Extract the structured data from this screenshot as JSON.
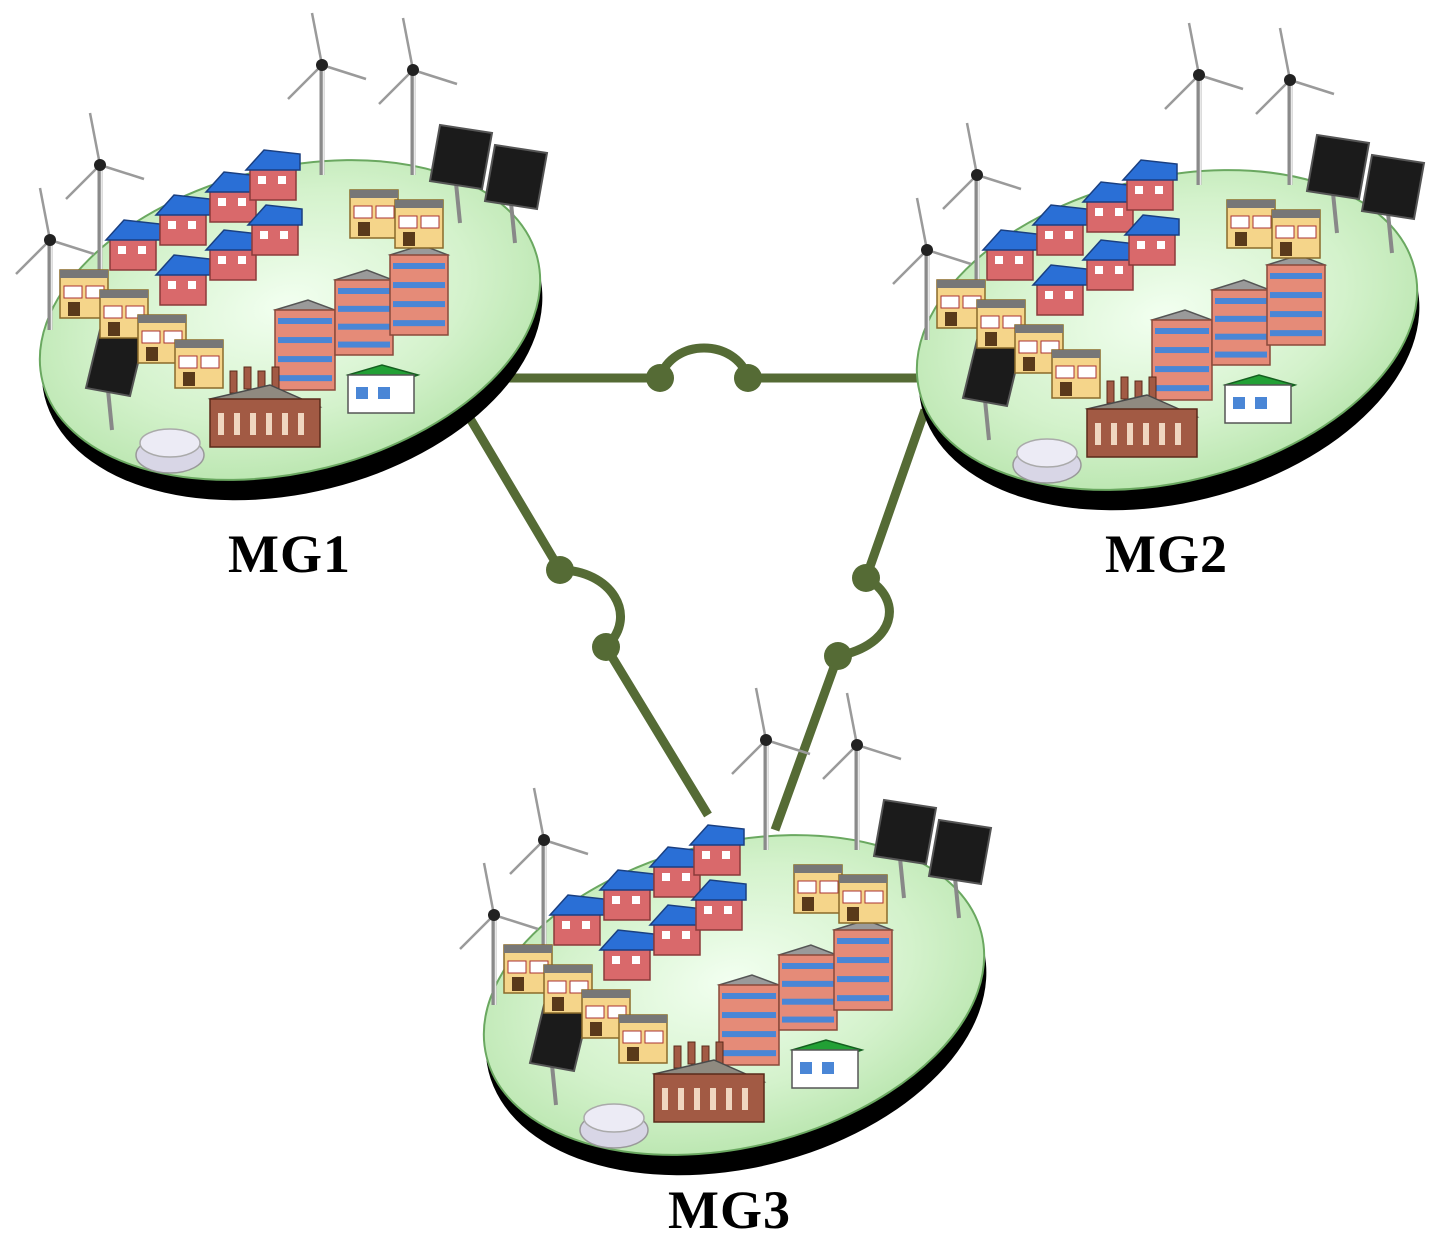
{
  "diagram": {
    "microgrids": [
      {
        "id": "mg1",
        "label": "MG1"
      },
      {
        "id": "mg2",
        "label": "MG2"
      },
      {
        "id": "mg3",
        "label": "MG3"
      }
    ],
    "links": [
      {
        "from": "mg1",
        "to": "mg2",
        "type": "tie-line-with-breaker"
      },
      {
        "from": "mg1",
        "to": "mg3",
        "type": "tie-line-with-breaker"
      },
      {
        "from": "mg2",
        "to": "mg3",
        "type": "tie-line-with-breaker"
      }
    ],
    "colors": {
      "line": "#556b35",
      "island_fill": "#ccefc4",
      "island_rim": "#000000",
      "roof_blue": "#2a6fd6",
      "wall_red": "#d9696b",
      "panel": "#1b1b1b",
      "factory": "#a25a44",
      "clinic_roof": "#22a035"
    },
    "icons": [
      "wind-turbine-icon",
      "solar-panel-icon",
      "house-icon",
      "apartment-icon",
      "shop-icon",
      "factory-icon",
      "clinic-icon",
      "storage-tank-icon"
    ]
  }
}
